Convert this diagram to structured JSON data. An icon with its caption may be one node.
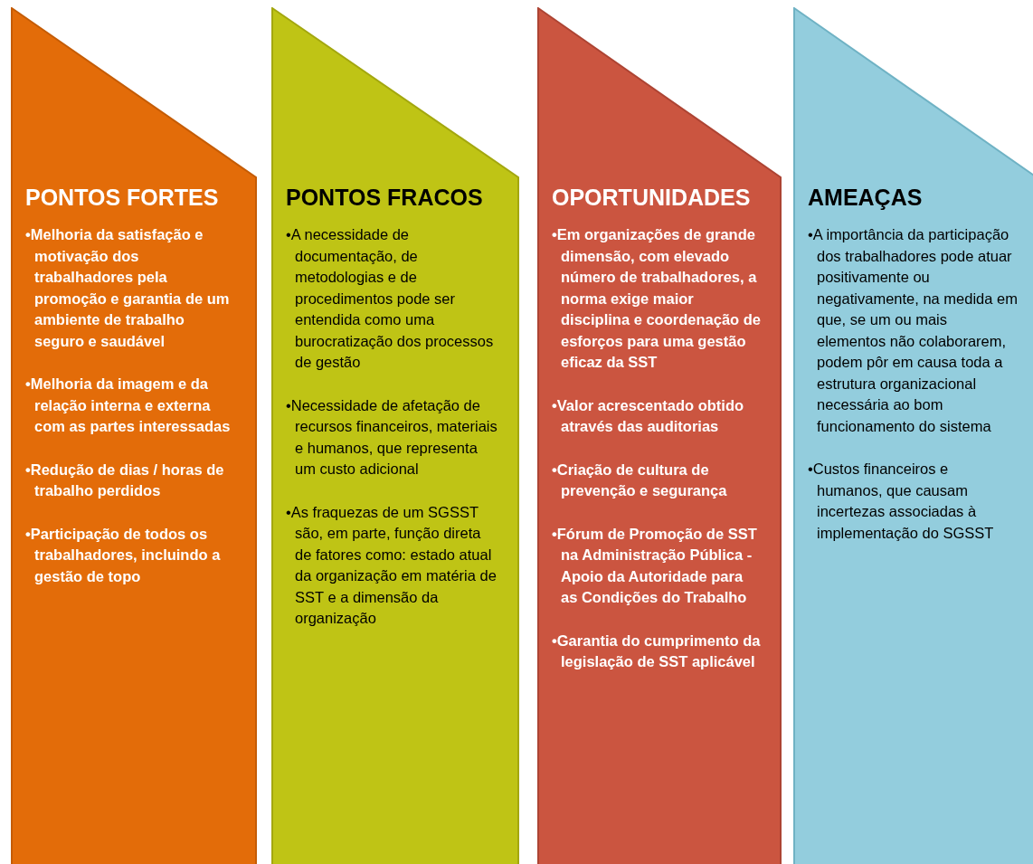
{
  "diagram": {
    "nodes": [
      {
        "text": [
          "PONTOS FORTES",
          "•Melhoria da satisfação e motivação dos trabalhadores pela promoção e garantia de um ambiente de trabalho seguro e saudável",
          "•Melhoria da imagem e da relação interna e externa com as partes interessadas",
          "•Redução de dias / horas de trabalho perdidos",
          "•Participação de todos os trabalhadores, incluindo a gestão de topo"
        ]
      },
      {
        "text": [
          "PONTOS FRACOS",
          "•A necessidade de documentação, de metodologias  e de procedimentos pode ser entendida como uma burocratização dos processos de gestão",
          "•Necessidade de afetação de recursos financeiros, materiais e humanos, que representa um custo adicional",
          "•As fraquezas de um SGSST são, em parte, função direta de fatores como: estado atual da organização em matéria de SST e a dimensão da organização"
        ]
      },
      {
        "text": [
          "OPORTUNIDADES",
          "•Em organizações de grande dimensão, com elevado número de trabalhadores, a norma exige maior disciplina e coordenação de esforços para uma gestão eficaz da SST",
          "•Valor acrescentado obtido através das auditorias",
          "•Criação de cultura de prevenção e segurança",
          "•Fórum de Promoção de SST na Administração Pública - Apoio da Autoridade para as Condições do Trabalho",
          "•Garantia do cumprimento da legislação de SST aplicável"
        ]
      },
      {
        "text": [
          "AMEAÇAS",
          "•A importância da participação dos trabalhadores pode atuar positivamente ou negativamente, na medida em que, se um ou mais elementos não colaborarem, podem pôr em causa toda a estrutura organizacional necessária ao bom funcionamento do sistema",
          "•Custos financeiros e humanos, que causam incertezas associadas à implementação do SGSST"
        ]
      }
    ]
  }
}
